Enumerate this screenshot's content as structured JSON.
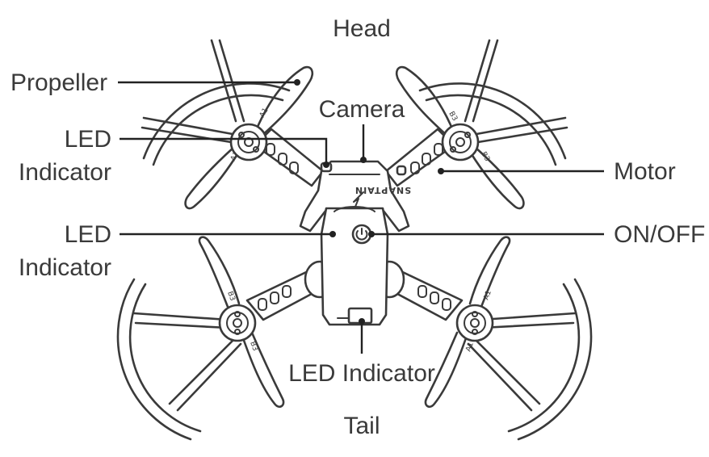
{
  "labels": {
    "head": "Head",
    "tail": "Tail",
    "propeller": "Propeller",
    "camera": "Camera",
    "motor": "Motor",
    "on_off": "ON/OFF",
    "led_indicator_1_line1": "LED",
    "led_indicator_1_line2": "Indicator",
    "led_indicator_2_line1": "LED",
    "led_indicator_2_line2": "Indicator",
    "led_indicator_3": "LED Indicator"
  },
  "brand": "SNAPTAIN",
  "blade_marks": {
    "top_left_a": "A1",
    "top_left_b": "A1",
    "top_right_a": "B3",
    "top_right_b": "B3",
    "bottom_left_a": "B3",
    "bottom_left_b": "B3",
    "bottom_right_a": "A1",
    "bottom_right_b": "A1"
  },
  "colors": {
    "line": "#3a3a3a",
    "background": "#ffffff"
  }
}
